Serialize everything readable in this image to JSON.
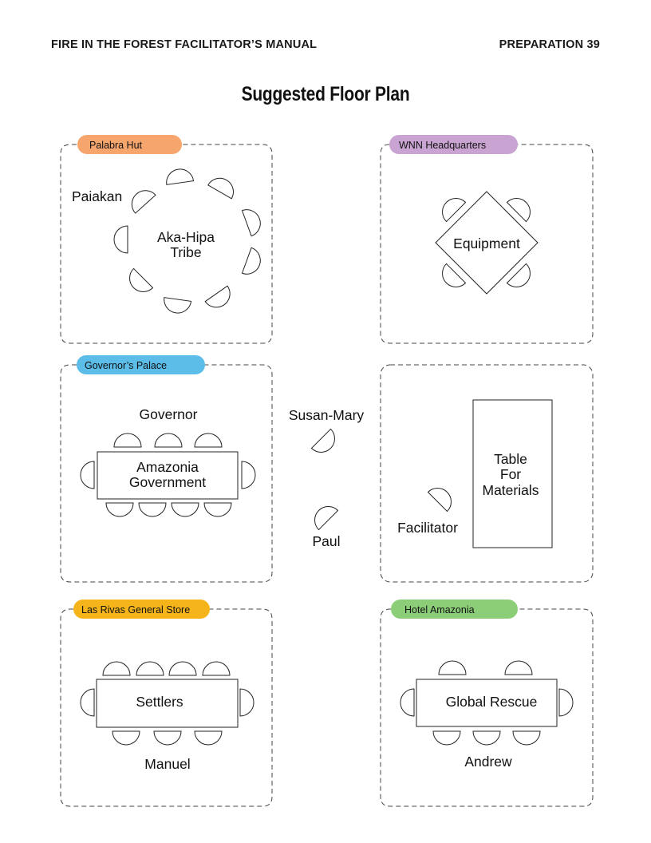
{
  "header": {
    "left": "FIRE IN THE FOREST FACILITATOR’S MANUAL",
    "right": "PREPARATION 39"
  },
  "title": "Suggested Floor Plan",
  "colors": {
    "palabra_hut": "#f6a66d",
    "wnn_headquarters": "#c9a3d1",
    "governors_palace": "#5bbde8",
    "las_rivas": "#f5b51a",
    "hotel_amazonia": "#8ccd78"
  },
  "rooms": {
    "palabra_hut": {
      "label": "Palabra Hut",
      "person": "Paiakan",
      "table_line1": "Aka-Hipa",
      "table_line2": "Tribe"
    },
    "wnn_headquarters": {
      "label": "WNN Headquarters",
      "table": "Equipment"
    },
    "governors_palace": {
      "label": "Governor’s Palace",
      "person": "Governor",
      "table_line1": "Amazonia",
      "table_line2": "Government"
    },
    "facilitator_area": {
      "person": "Facilitator",
      "table_line1": "Table",
      "table_line2": "For",
      "table_line3": "Materials"
    },
    "las_rivas": {
      "label": "Las Rivas General Store",
      "person": "Manuel",
      "table": "Settlers"
    },
    "hotel_amazonia": {
      "label": "Hotel Amazonia",
      "person": "Andrew",
      "table": "Global Rescue"
    }
  },
  "hallway": {
    "person_top": "Susan-Mary",
    "person_bottom": "Paul"
  }
}
